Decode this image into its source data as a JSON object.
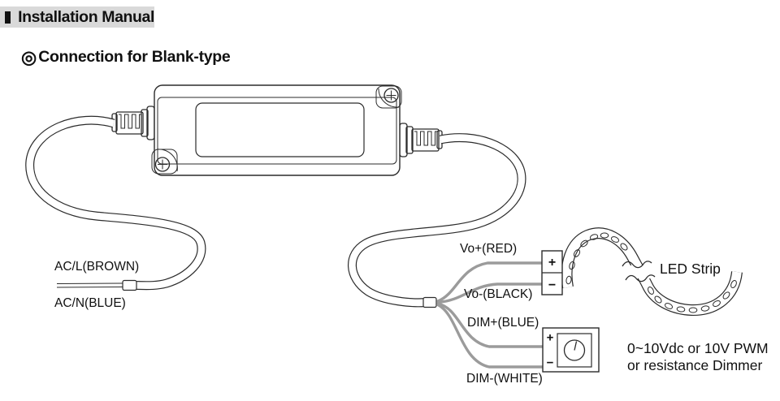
{
  "header": {
    "title": "Installation Manual"
  },
  "subtitle": {
    "bullet": "◎",
    "text": "Connection for Blank-type"
  },
  "labels": {
    "ac_l": "AC/L(BROWN)",
    "ac_n": "AC/N(BLUE)",
    "vo_plus": "Vo+(RED)",
    "vo_minus": "Vo-(BLACK)",
    "dim_plus": "DIM+(BLUE)",
    "dim_minus": "DIM-(WHITE)",
    "led_strip": "LED Strip",
    "dimmer_line1": "0~10Vdc or 10V PWM",
    "dimmer_line2": "or resistance Dimmer"
  },
  "terminals": {
    "led_plus": "+",
    "led_minus": "−",
    "dimmer_plus": "+",
    "dimmer_minus": "−"
  },
  "colors": {
    "header_bar": "#d9d9d9",
    "line": "#2b2b2b",
    "wire_gray": "#9b9b9b",
    "text": "#111111"
  }
}
